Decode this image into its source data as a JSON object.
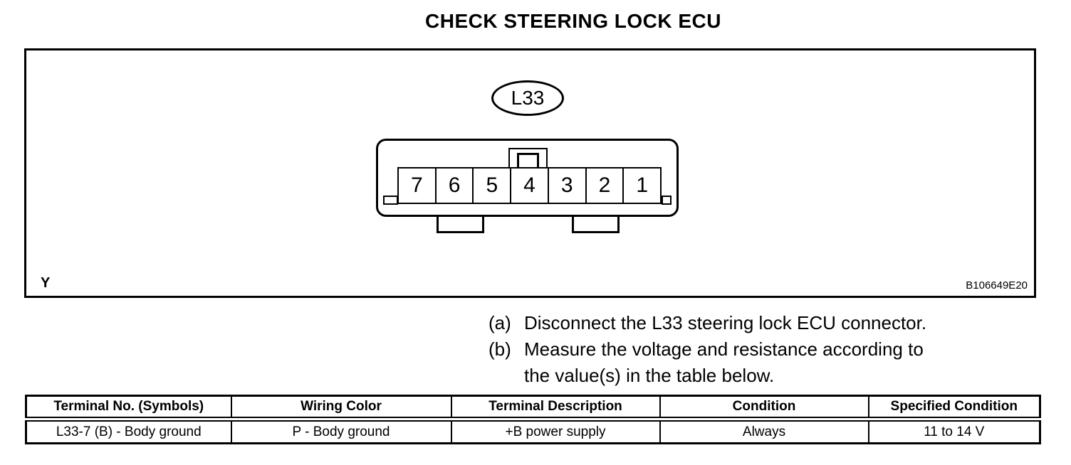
{
  "page": {
    "title": "CHECK STEERING LOCK ECU"
  },
  "colors": {
    "ink": "#000000",
    "background": "#ffffff"
  },
  "figure": {
    "connector_label": "L33",
    "pins": [
      "7",
      "6",
      "5",
      "4",
      "3",
      "2",
      "1"
    ],
    "corner_label": "Y",
    "figure_code": "B106649E20"
  },
  "instructions": {
    "items": [
      {
        "label": "(a)",
        "lines": [
          "Disconnect the L33 steering lock ECU connector."
        ]
      },
      {
        "label": "(b)",
        "lines": [
          "Measure the voltage and resistance according to",
          "the value(s) in the table below."
        ]
      }
    ]
  },
  "table": {
    "headers": [
      "Terminal No. (Symbols)",
      "Wiring Color",
      "Terminal Description",
      "Condition",
      "Specified Condition"
    ],
    "rows": [
      [
        "L33-7 (B) - Body ground",
        "P - Body ground",
        "+B power supply",
        "Always",
        "11 to 14 V"
      ]
    ]
  }
}
